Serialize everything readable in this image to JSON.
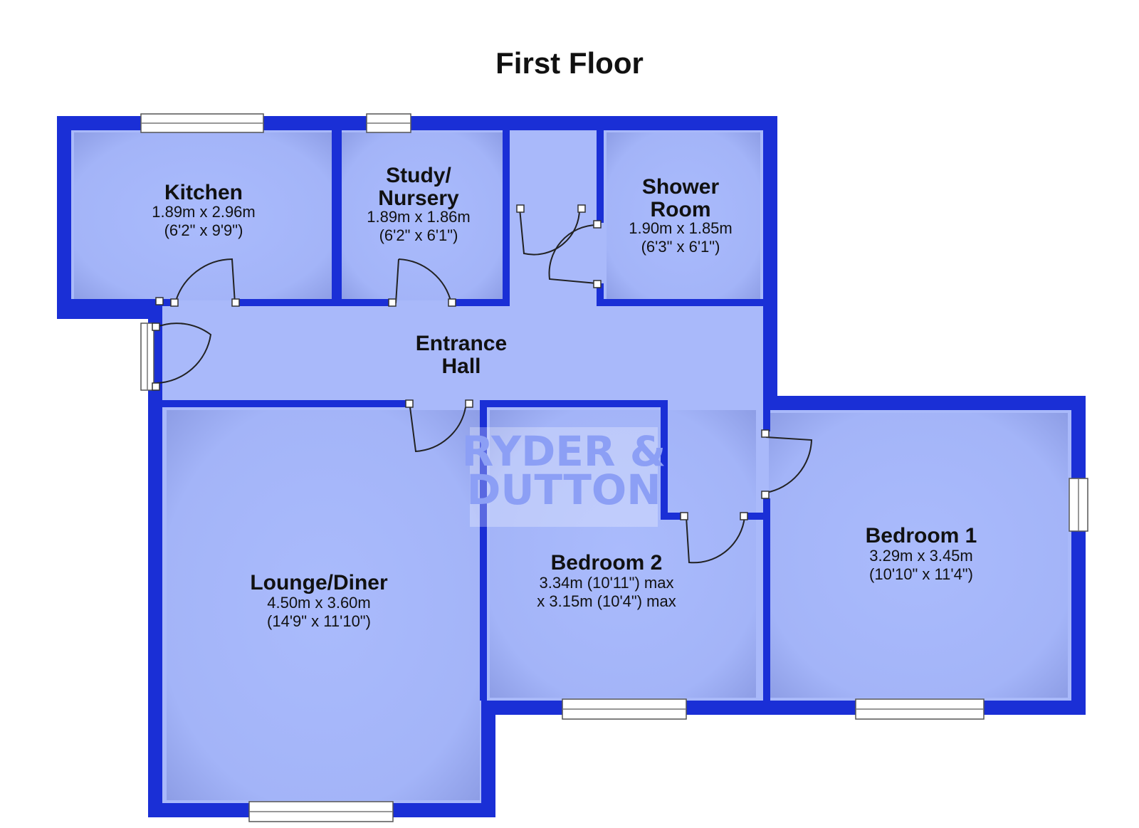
{
  "title": "First Floor",
  "watermark": {
    "line1": "RYDER &",
    "line2": "DUTTON"
  },
  "rooms": {
    "kitchen": {
      "name": "Kitchen",
      "dim1": "1.89m x 2.96m",
      "dim2": "(6'2\" x 9'9\")"
    },
    "study": {
      "name1": "Study/",
      "name2": "Nursery",
      "dim1": "1.89m x 1.86m",
      "dim2": "(6'2\" x 6'1\")"
    },
    "shower": {
      "name1": "Shower",
      "name2": "Room",
      "dim1": "1.90m x 1.85m",
      "dim2": "(6'3\" x 6'1\")"
    },
    "hall": {
      "name1": "Entrance",
      "name2": "Hall"
    },
    "lounge": {
      "name": "Lounge/Diner",
      "dim1": "4.50m x 3.60m",
      "dim2": "(14'9\" x 11'10\")"
    },
    "bedroom2": {
      "name": "Bedroom 2",
      "dim1": "3.34m (10'11\") max",
      "dim2": "x 3.15m (10'4\") max"
    },
    "bedroom1": {
      "name": "Bedroom 1",
      "dim1": "3.29m x 3.45m",
      "dim2": "(10'10\" x 11'4\")"
    }
  },
  "colors": {
    "wall": "#1a2fd6",
    "floor": "#a9b9fa",
    "watermark": "#8c9ff5"
  }
}
